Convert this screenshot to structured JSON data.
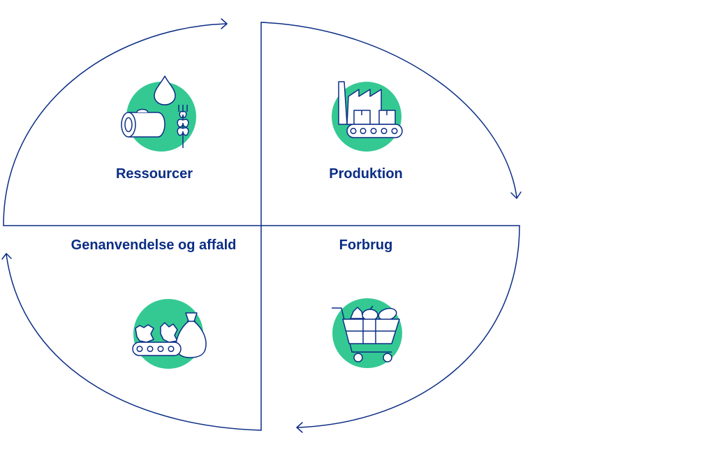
{
  "diagram": {
    "quadrants": [
      {
        "label": "Ressourcer",
        "icon": "resources-icon"
      },
      {
        "label": "Produktion",
        "icon": "factory-icon"
      },
      {
        "label": "Forbrug",
        "icon": "shopping-cart-icon"
      },
      {
        "label": "Genanvendelse og affald",
        "icon": "recycling-conveyor-icon"
      }
    ]
  },
  "colors": {
    "line": "#0b2d85",
    "accent": "#34c993",
    "label": "#0b2d85"
  }
}
